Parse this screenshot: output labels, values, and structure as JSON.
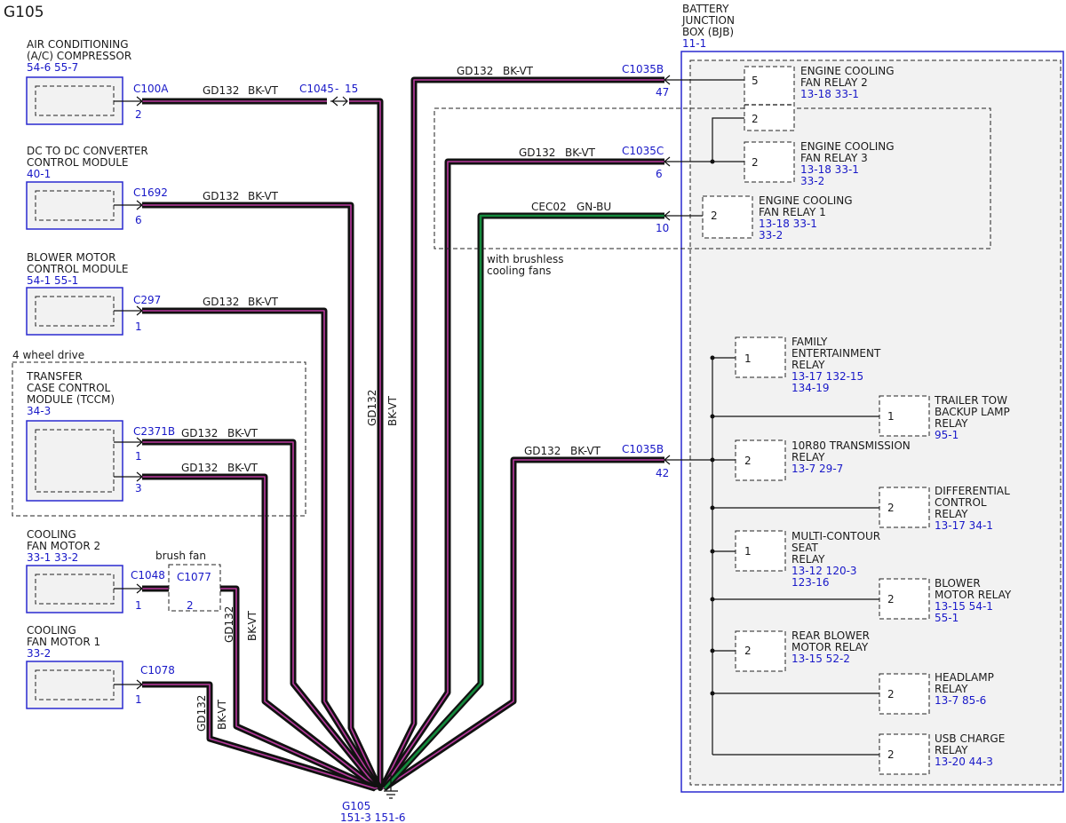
{
  "title": "G105",
  "wire": {
    "circuit": "GD132",
    "color": "BK-VT"
  },
  "components": {
    "ac": {
      "line1": "AIR CONDITIONING",
      "line2": "(A/C) COMPRESSOR",
      "refs": "54-6   55-7",
      "connector": "C100A",
      "pin": "2"
    },
    "dcdc": {
      "line1": "DC TO DC CONVERTER",
      "line2": "CONTROL MODULE",
      "refs": "40-1",
      "connector": "C1692",
      "pin": "6"
    },
    "blower": {
      "line1": "BLOWER MOTOR",
      "line2": "CONTROL MODULE",
      "refs": "54-1   55-1",
      "connector": "C297",
      "pin": "1"
    },
    "tccm": {
      "option": "4 wheel drive",
      "line1": "TRANSFER",
      "line2": "CASE CONTROL",
      "line3": "MODULE (TCCM)",
      "refs": "34-3",
      "connector": "C2371B",
      "pin_a": "1",
      "pin_b": "3"
    },
    "fan2": {
      "line1": "COOLING",
      "line2": "FAN MOTOR 2",
      "refs": "33-1   33-2",
      "connector": "C1048",
      "pin": "1",
      "inline_label": "brush fan",
      "inline_connector": "C1077",
      "inline_pin": "2"
    },
    "fan1": {
      "line1": "COOLING",
      "line2": "FAN MOTOR 1",
      "refs": "33-2",
      "connector": "C1078",
      "pin": "1"
    }
  },
  "inline": {
    "connector": "C1045",
    "pin": "15"
  },
  "bjb": {
    "line1": "BATTERY",
    "line2": "JUNCTION",
    "line3": "BOX (BJB)",
    "ref": "11-1",
    "conn_top": "C1035B",
    "pin_top": "47",
    "conn_mid": "C1035C",
    "pin_mid": "6",
    "pin_gn": "10",
    "conn_bot": "C1035B",
    "pin_bot": "42",
    "brushless_line1": "with brushless",
    "brushless_line2": "cooling fans",
    "gn_circuit": "CEC02",
    "gn_color": "GN-BU"
  },
  "relays": {
    "ecf2": {
      "pin": "5",
      "pin2": "2",
      "line1": "ENGINE COOLING",
      "line2": "FAN RELAY 2",
      "refs": "13-18   33-1"
    },
    "ecf3": {
      "pin": "2",
      "line1": "ENGINE COOLING",
      "line2": "FAN RELAY 3",
      "refs1": "13-18   33-1",
      "refs2": "33-2"
    },
    "ecf1": {
      "pin": "2",
      "line1": "ENGINE COOLING",
      "line2": "FAN RELAY 1",
      "refs1": "13-18   33-1",
      "refs2": "33-2"
    },
    "family": {
      "pin": "1",
      "line1": "FAMILY",
      "line2": "ENTERTAINMENT",
      "line3": "RELAY",
      "refs1": "13-17   132-15",
      "refs2": "134-19"
    },
    "trailer": {
      "pin": "1",
      "line1": "TRAILER TOW",
      "line2": "BACKUP LAMP",
      "line3": "RELAY",
      "refs": "95-1"
    },
    "trans": {
      "pin": "2",
      "line1": "10R80 TRANSMISSION",
      "line2": "RELAY",
      "refs": "13-7    29-7"
    },
    "diff": {
      "pin": "2",
      "line1": "DIFFERENTIAL",
      "line2": "CONTROL",
      "line3": "RELAY",
      "refs": "13-17   34-1"
    },
    "seat": {
      "pin": "1",
      "line1": "MULTI-CONTOUR",
      "line2": "SEAT",
      "line3": "RELAY",
      "refs1": "13-12   120-3",
      "refs2": "123-16"
    },
    "blowerRelay": {
      "pin": "2",
      "line1": "BLOWER",
      "line2": "MOTOR RELAY",
      "refs1": "13-15   54-1",
      "refs2": "55-1"
    },
    "rearBlower": {
      "pin": "2",
      "line1": "REAR BLOWER",
      "line2": "MOTOR RELAY",
      "refs": "13-15   52-2"
    },
    "headlamp": {
      "pin": "2",
      "line1": "HEADLAMP",
      "line2": "RELAY",
      "refs": "13-7    85-6"
    },
    "usb": {
      "pin": "2",
      "line1": "USB CHARGE",
      "line2": "RELAY",
      "refs": "13-20   44-3"
    }
  },
  "ground": {
    "label": "G105",
    "refs": "151-3   151-6"
  }
}
